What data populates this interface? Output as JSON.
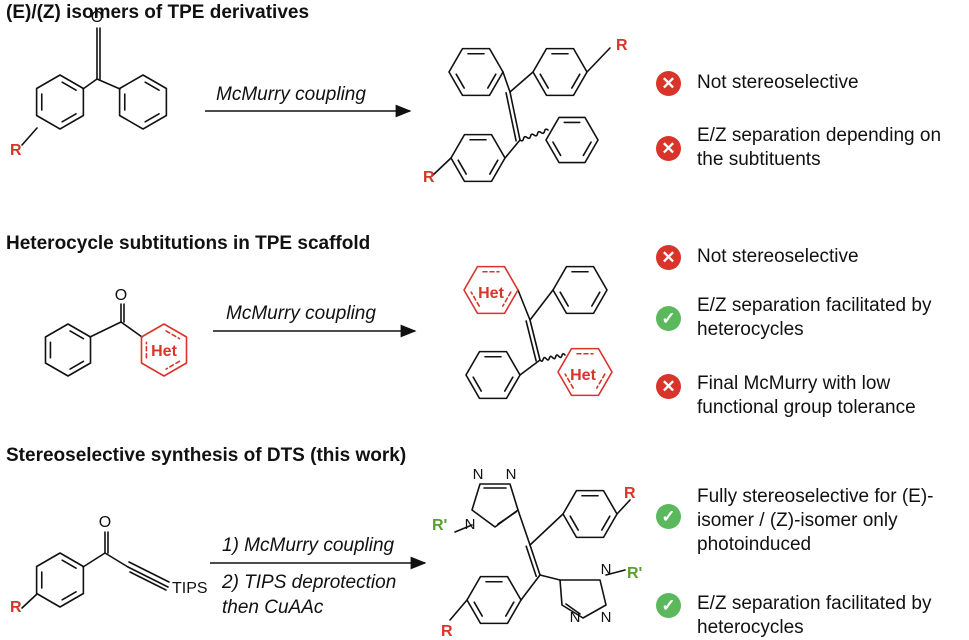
{
  "colors": {
    "red": "#d8342a",
    "green": "#5cb85c",
    "ink": "#111111",
    "rgroup": "#d8342a",
    "rprime": "#5a9e2f"
  },
  "sections": [
    {
      "title": "(E)/(Z) isomers of TPE derivatives",
      "reagent": "McMurry coupling",
      "labels": {
        "r1": "R",
        "r2": "R",
        "r3": "R",
        "o": "O"
      },
      "notes": [
        {
          "icon": "cross-icon",
          "text": "Not stereoselective"
        },
        {
          "icon": "cross-icon",
          "text": "E/Z separation depending on the subtituents"
        }
      ]
    },
    {
      "title": "Heterocycle subtitutions in TPE scaffold",
      "reagent": "McMurry coupling",
      "labels": {
        "o": "O",
        "het1": "Het",
        "het2": "Het",
        "het3": "Het"
      },
      "notes": [
        {
          "icon": "cross-icon",
          "text": "Not stereoselective"
        },
        {
          "icon": "check-icon",
          "text": "E/Z separation facilitated by heterocycles"
        },
        {
          "icon": "cross-icon",
          "text": "Final McMurry with low functional group tolerance"
        }
      ]
    },
    {
      "title": "Stereoselective synthesis of DTS (this work)",
      "reagent_1": "1) McMurry coupling",
      "reagent_2": "2) TIPS deprotection",
      "reagent_3": "then CuAAc",
      "labels": {
        "o": "O",
        "tips": "TIPS",
        "r1": "R",
        "r2": "R",
        "r3": "R",
        "rp1": "R'",
        "rp2": "R'",
        "n": "N"
      },
      "notes": [
        {
          "icon": "check-icon",
          "text": "Fully stereoselective for (E)-isomer / (Z)-isomer only photoinduced"
        },
        {
          "icon": "check-icon",
          "text": "E/Z separation facilitated by heterocycles"
        }
      ]
    }
  ]
}
